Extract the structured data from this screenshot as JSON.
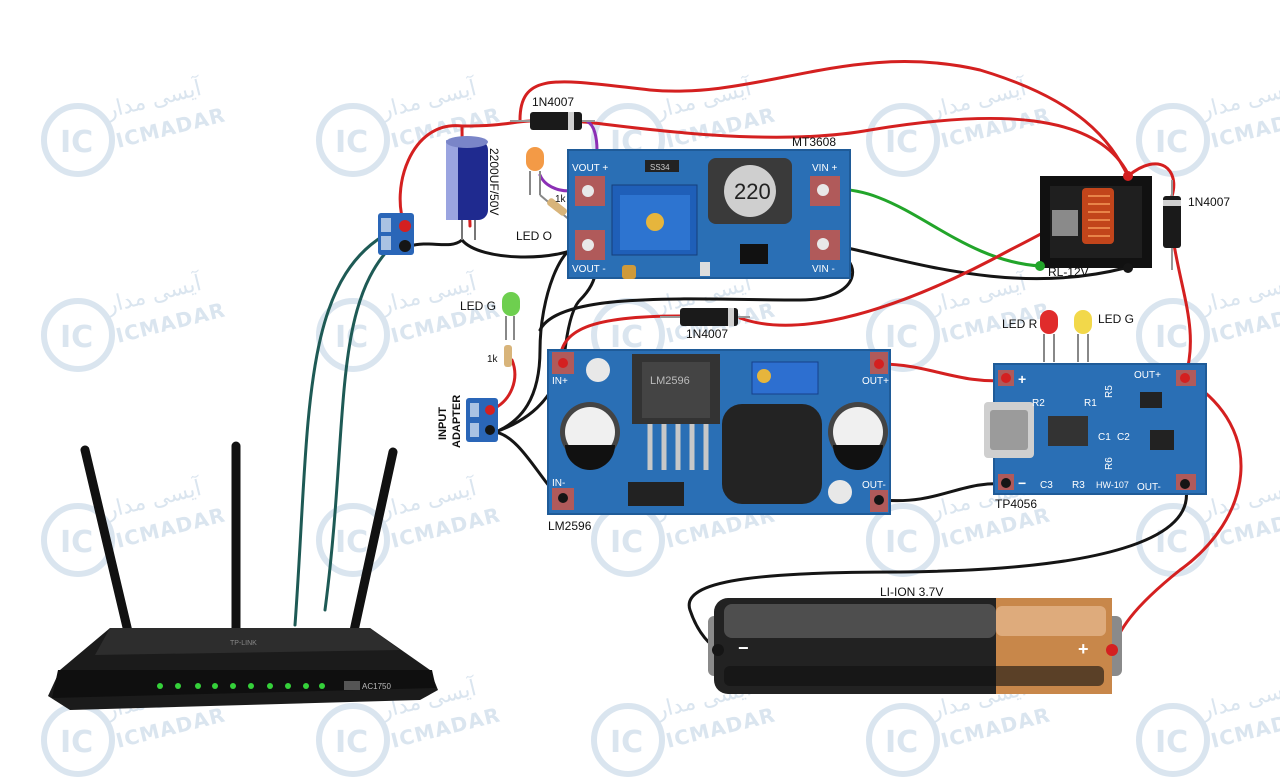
{
  "watermark": {
    "brand_fa": "آیسی مدار",
    "brand_en": "ICMADAR",
    "logo": "IC"
  },
  "labels": {
    "diode_top": "1N4007",
    "capacitor": "2200UF/50V",
    "boost_name": "MT3608",
    "boost_vin_plus": "VIN +",
    "boost_vout_plus": "VOUT +",
    "boost_vout_minus": "VOUT -",
    "boost_vin_minus": "VIN -",
    "boost_inductor": "220",
    "boost_chip": "SS34",
    "res_boost": "1k",
    "led_o": "LED O",
    "relay_name": "RL-12V",
    "diode_relay": "1N4007",
    "led_g_left": "LED G",
    "res_left": "1k",
    "input_adapter_1": "INPUT",
    "input_adapter_2": "ADAPTER",
    "diode_mid": "1N4007",
    "buck_chip": "LM2596",
    "buck_in_plus": "IN+",
    "buck_in_minus": "IN-",
    "buck_out_plus": "OUT+",
    "buck_out_minus": "OUT-",
    "buck_name": "LM2596",
    "led_r_right": "LED R",
    "led_g_right": "LED G",
    "charger_out_plus": "OUT+",
    "charger_out_minus": "OUT-",
    "charger_model": "HW-107",
    "charger_name": "TP4056",
    "charger_plus": "+",
    "charger_minus": "−",
    "battery": "LI-ION 3.7V",
    "battery_minus": "−",
    "battery_plus": "+",
    "router_brand": "TP-LINK",
    "router_model": "AC1750",
    "c3": "C3",
    "r3": "R3",
    "r2": "R2",
    "r1": "R1",
    "r5": "R5",
    "c1": "C1",
    "c2": "C2",
    "r6": "R6"
  },
  "colors": {
    "pcb": "#2a6fb5",
    "pad": "#b05a5a",
    "wire_red": "#d42020",
    "wire_black": "#151515",
    "wire_green": "#22a52a",
    "wire_teal": "#1e5a55",
    "battery_copper": "#c8874a"
  }
}
